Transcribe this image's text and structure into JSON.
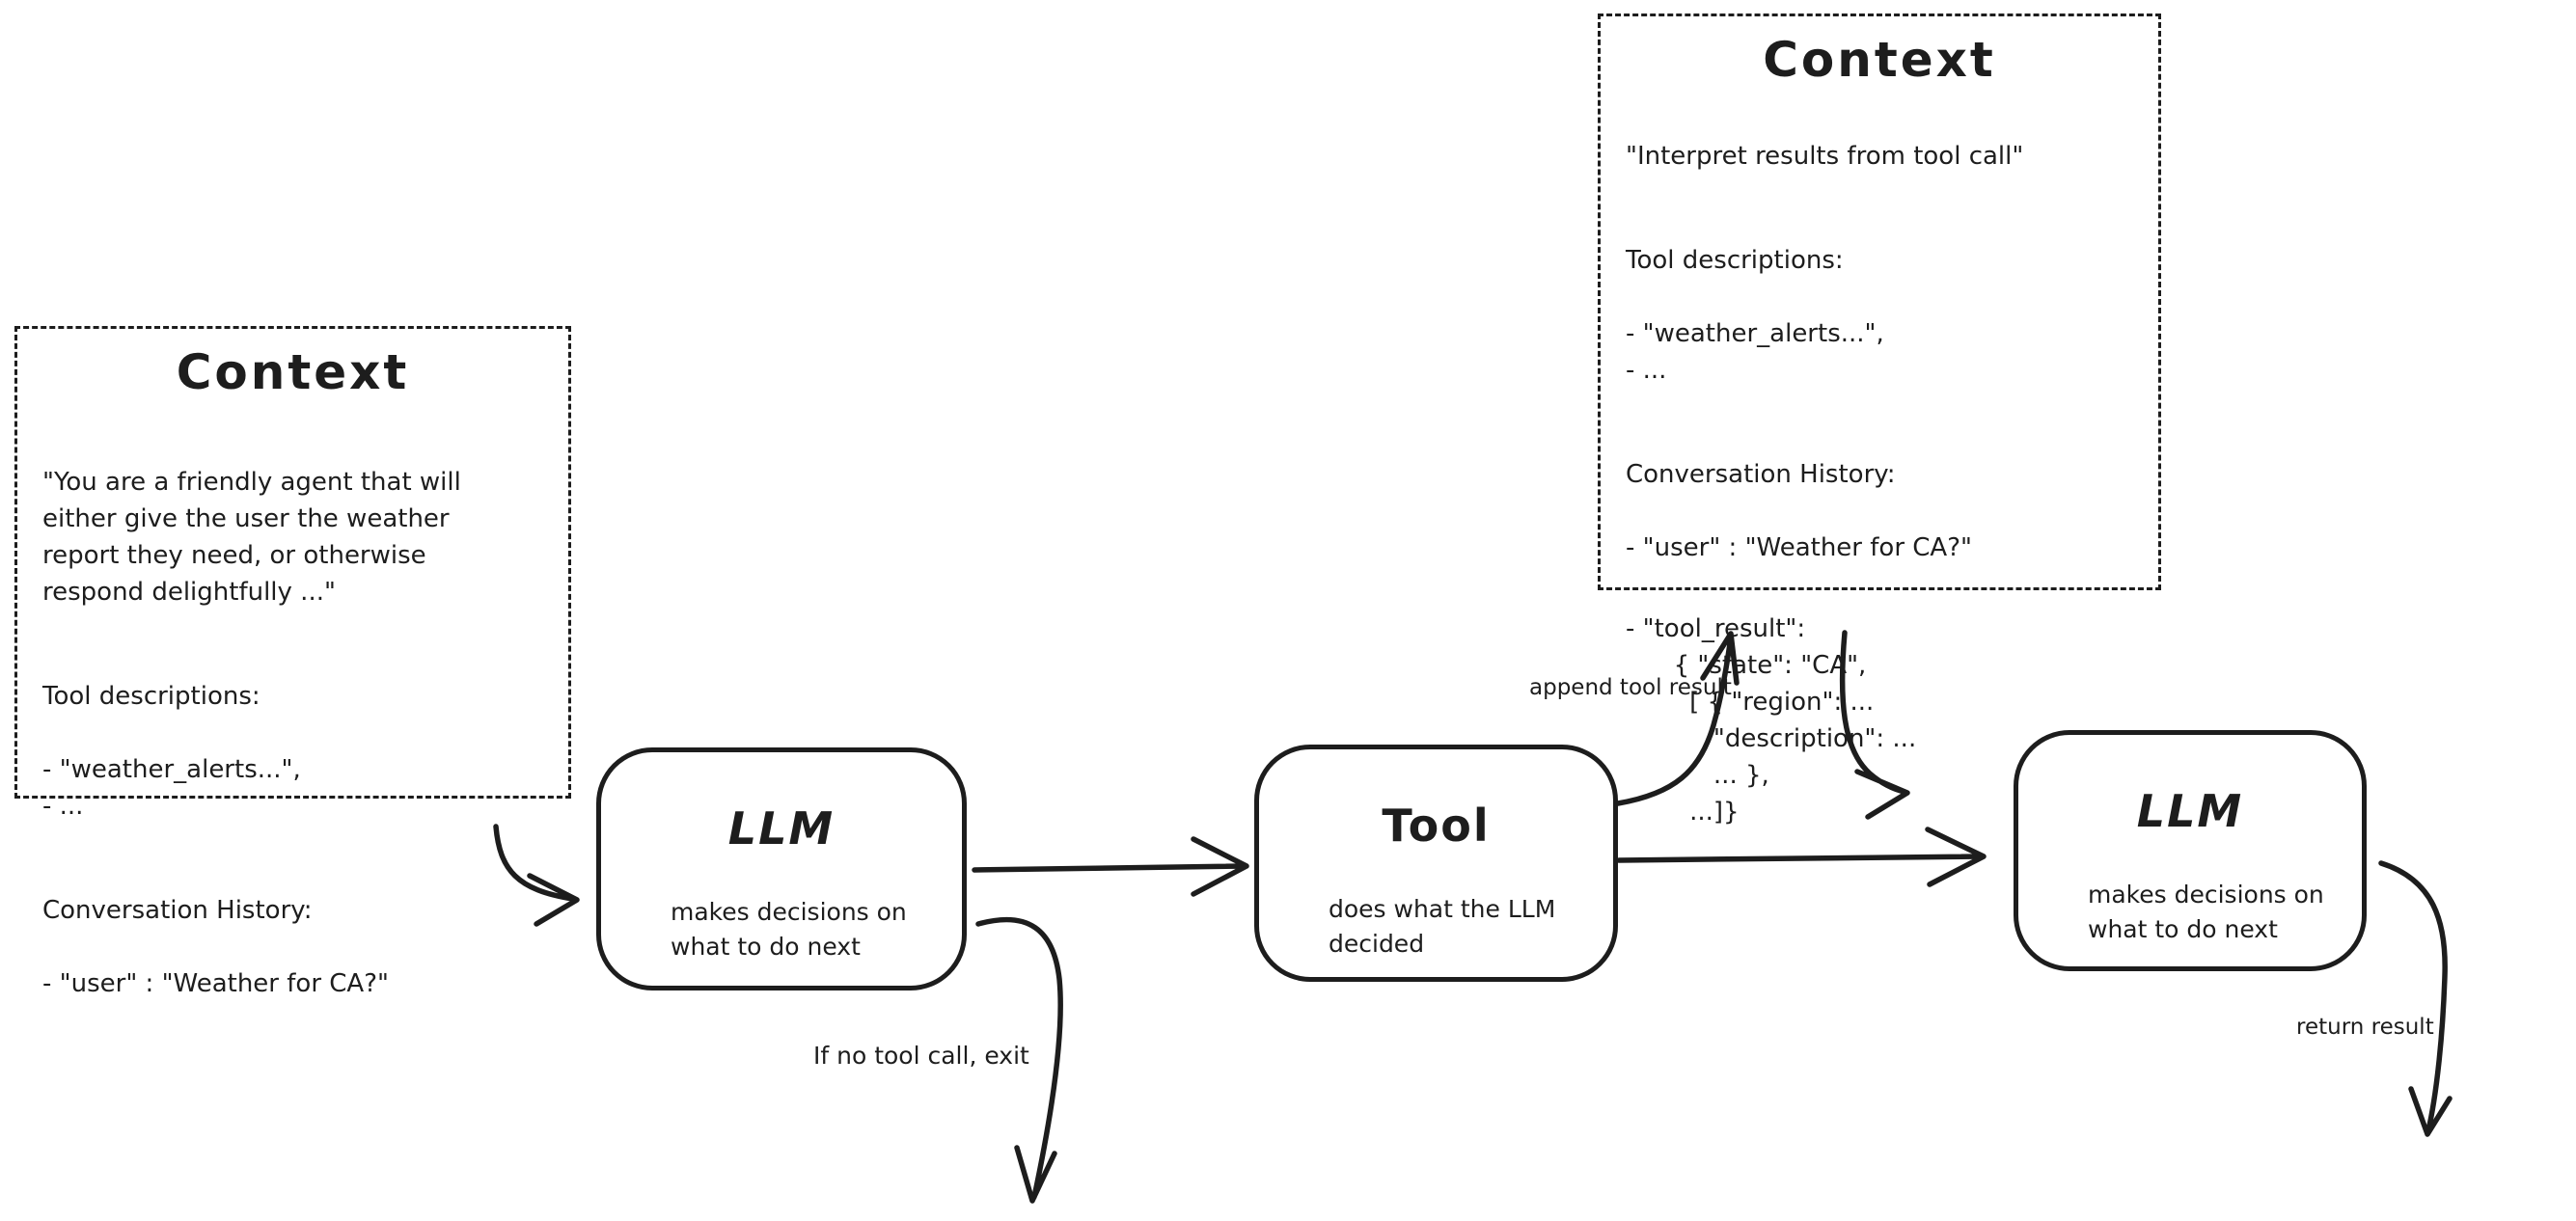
{
  "palette": {
    "background": "#ffffff",
    "ink": "#1d1d1d"
  },
  "context_left": {
    "title": "Context",
    "system_prompt": "\"You are a friendly agent that will\neither give the user the weather\nreport they need, or otherwise\nrespond delightfully ...\"",
    "tools_heading": "Tool descriptions:",
    "tools_list": "- \"weather_alerts...\",\n- ...",
    "history_heading": "Conversation History:",
    "history_user": "- \"user\" : \"Weather for CA?\""
  },
  "context_top": {
    "title": "Context",
    "instruction": "\"Interpret results from tool call\"",
    "tools_heading": "Tool descriptions:",
    "tools_list": "- \"weather_alerts...\",\n- ...",
    "history_heading": "Conversation History:",
    "history_user": "- \"user\" : \"Weather for CA?\"",
    "history_tool_result": "- \"tool_result\":\n      { \"state\": \"CA\",\n        [ { \"region\": ...\n           \"description\": ...\n           ... },\n        ...]}"
  },
  "nodes": {
    "llm_first": {
      "title": "LLM",
      "subtitle": "makes decisions on\nwhat to do next"
    },
    "tool": {
      "title": "Tool",
      "subtitle": "does what the LLM\ndecided"
    },
    "llm_second": {
      "title": "LLM",
      "subtitle": "makes decisions on\nwhat to do next"
    }
  },
  "edge_labels": {
    "append_tool_result": "append tool result",
    "if_no_tool_call_exit": "If no tool call, exit",
    "return_result": "return result"
  }
}
